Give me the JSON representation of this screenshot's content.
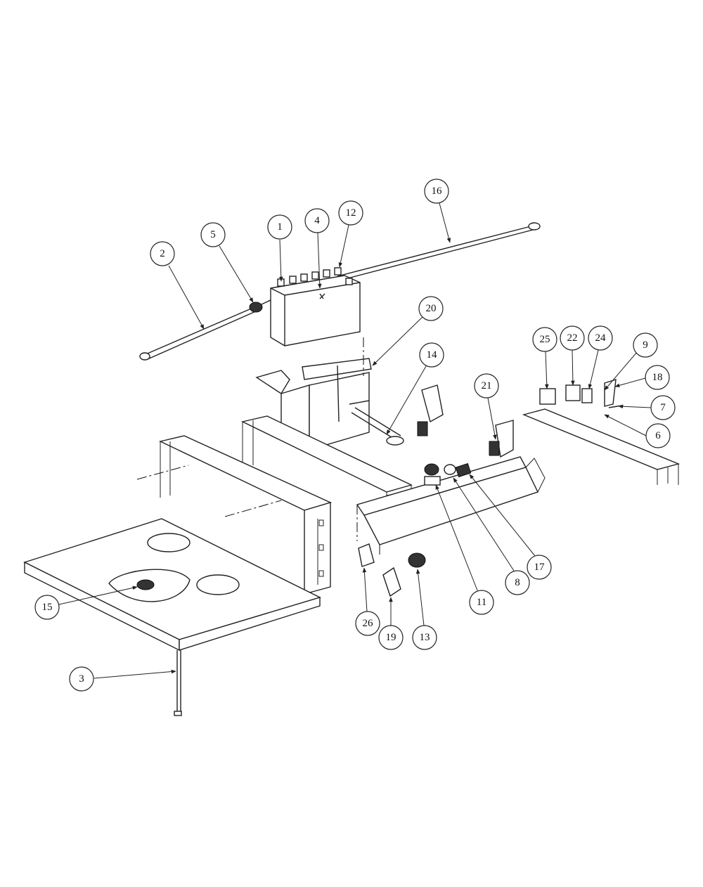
{
  "callouts": [
    {
      "id": "c1",
      "label": "1"
    },
    {
      "id": "c2",
      "label": "2"
    },
    {
      "id": "c3",
      "label": "3"
    },
    {
      "id": "c4",
      "label": "4"
    },
    {
      "id": "c5",
      "label": "5"
    },
    {
      "id": "c6",
      "label": "6"
    },
    {
      "id": "c7",
      "label": "7"
    },
    {
      "id": "c8",
      "label": "8"
    },
    {
      "id": "c9",
      "label": "9"
    },
    {
      "id": "c11",
      "label": "11"
    },
    {
      "id": "c12",
      "label": "12"
    },
    {
      "id": "c13",
      "label": "13"
    },
    {
      "id": "c14",
      "label": "14"
    },
    {
      "id": "c15",
      "label": "15"
    },
    {
      "id": "c16",
      "label": "16"
    },
    {
      "id": "c17",
      "label": "17"
    },
    {
      "id": "c18",
      "label": "18"
    },
    {
      "id": "c19",
      "label": "19"
    },
    {
      "id": "c20",
      "label": "20"
    },
    {
      "id": "c21",
      "label": "21"
    },
    {
      "id": "c22",
      "label": "22"
    },
    {
      "id": "c24",
      "label": "24"
    },
    {
      "id": "c25",
      "label": "25"
    },
    {
      "id": "c26",
      "label": "26"
    }
  ]
}
